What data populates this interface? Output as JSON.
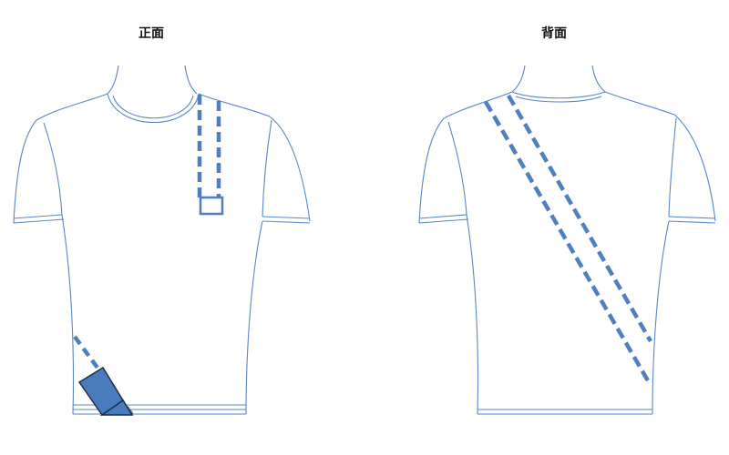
{
  "labels": {
    "front": "正面",
    "back": "背面"
  },
  "colors": {
    "outline": "#5a86c4",
    "strap": "#4f7fbf",
    "bag_fill": "#4a7bbd",
    "bag_edge": "#1f2d44"
  },
  "views": [
    {
      "id": "front",
      "shirt_outline": "outline-color",
      "strap": "shoulder-strap-with-buckle",
      "bag": "bottom-left-pouch"
    },
    {
      "id": "back",
      "strap": "diagonal-double-dashed-sash"
    }
  ]
}
